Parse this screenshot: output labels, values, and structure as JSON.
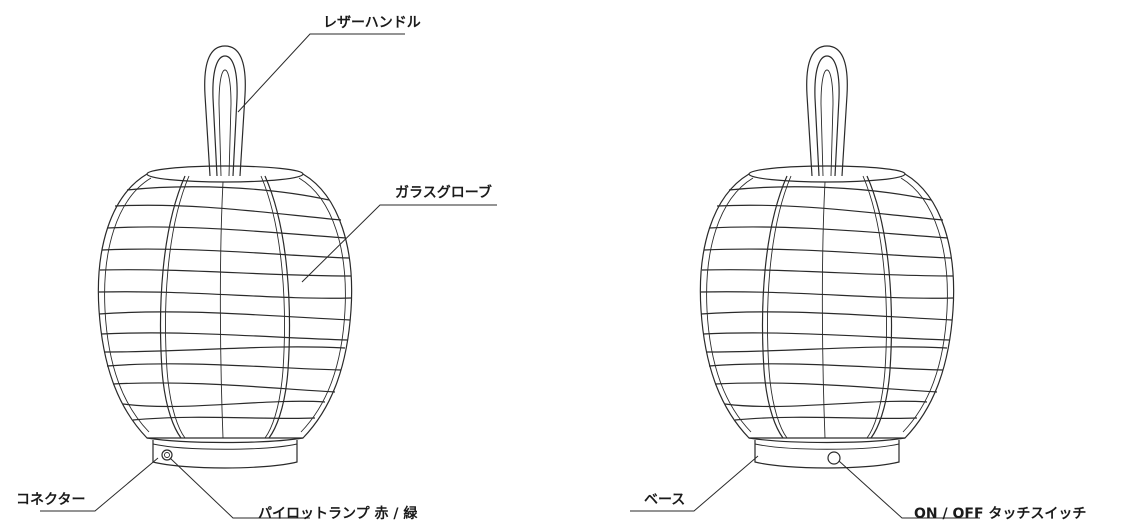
{
  "labels": {
    "leather_handle": "レザーハンドル",
    "glass_globe": "ガラスグローブ",
    "connector": "コネクター",
    "pilot_lamp": "パイロットランプ 赤 / 緑",
    "base": "ベース",
    "touch_switch": "ON / OFF タッチスイッチ"
  }
}
